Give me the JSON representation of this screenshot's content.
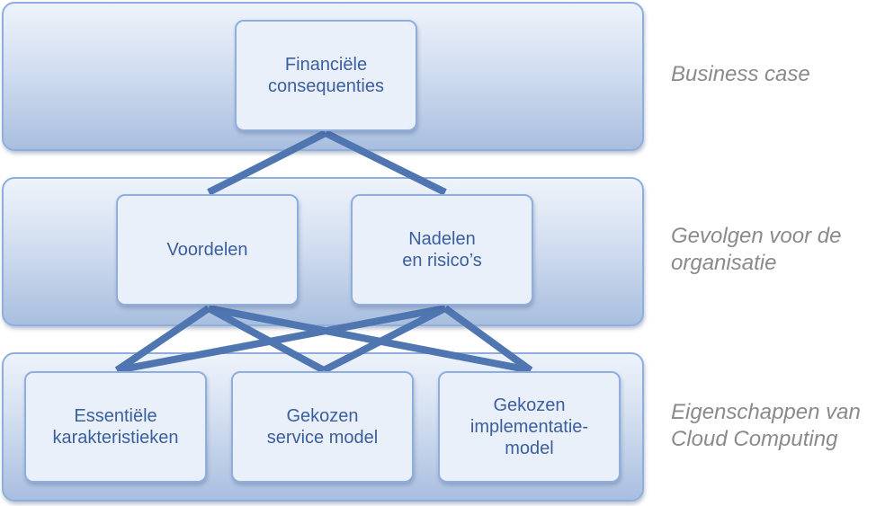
{
  "layers": [
    {
      "label": "Business case",
      "boxes": [
        {
          "text": "Financiële\nconsequenties"
        }
      ]
    },
    {
      "label": "Gevolgen voor de\norganisatie",
      "boxes": [
        {
          "text": "Voordelen"
        },
        {
          "text": "Nadelen\nen risico’s"
        }
      ]
    },
    {
      "label": "Eigenschappen van\nCloud Computing",
      "boxes": [
        {
          "text": "Essentiële\nkarakteristieken"
        },
        {
          "text": "Gekozen\nservice model"
        },
        {
          "text": "Gekozen\nimplementatie-\nmodel"
        }
      ]
    }
  ],
  "colors": {
    "line": "#4f76b0",
    "text": "#3a5f9e",
    "label": "#8a8a8a",
    "border": "#8eaede"
  }
}
